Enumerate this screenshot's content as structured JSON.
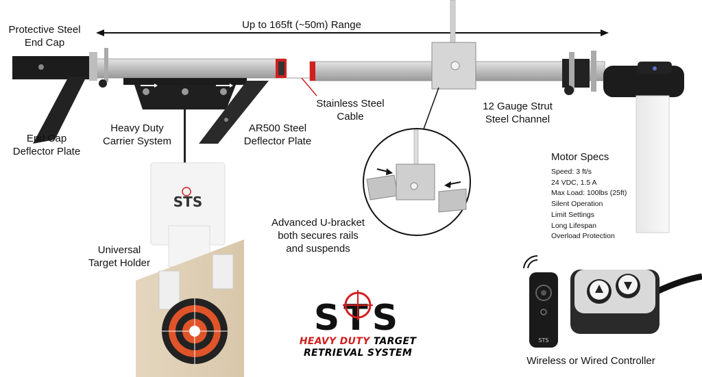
{
  "labels": {
    "range": "Up to 165ft (~50m) Range",
    "end_cap": "Protective Steel\nEnd Cap",
    "end_cap_deflector": "End Cap\nDeflector Plate",
    "carrier": "Heavy Duty\nCarrier System",
    "ar500": "AR500 Steel\nDeflector Plate",
    "cable": "Stainless Steel\nCable",
    "strut": "12 Gauge Strut\nSteel Channel",
    "ubracket": "Advanced U-bracket\nboth secures rails\nand suspends",
    "target_holder": "Universal\nTarget Holder",
    "controller": "Wireless or Wired Controller"
  },
  "motor": {
    "title": "Motor Specs",
    "specs": [
      "Speed: 3 ft/s",
      "24 VDC, 1.5 A",
      "Max Load: 100lbs (25ft)",
      "Silent Operation",
      "Limit Settings",
      "Long Lifespan",
      "Overload Protection"
    ]
  },
  "brand": {
    "logo_text": "STS",
    "tagline_red": "HEAVY DUTY",
    "tagline_black": " TARGET",
    "tagline_line2": "RETRIEVAL SYSTEM"
  },
  "colors": {
    "accent_red": "#d11f1f",
    "rail": "#c8c8c8",
    "steel_dark": "#1c1c1c",
    "target_orange": "#e0542a"
  }
}
